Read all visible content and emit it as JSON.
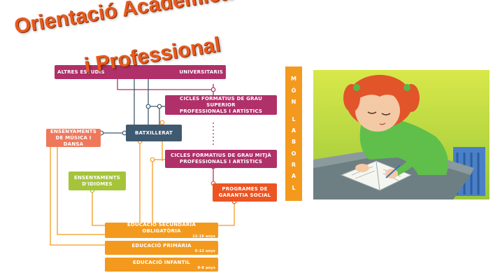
{
  "title": {
    "line1": "Orientació Acadèmica",
    "line2": "i Professional"
  },
  "diagram": {
    "boxes": {
      "altres_estudis": "ALTRES ESTUDIS",
      "universitaris": "UNIVERSITARIS",
      "cicles_superior_1": "CICLES FORMATIUS DE GRAU SUPERIOR",
      "cicles_superior_2": "PROFESSIONALS I ARTÍSTICS",
      "ensenyaments_musica_1": "ENSENYAMENTS",
      "ensenyaments_musica_2": "DE MÚSICA I DANSA",
      "batxillerat": "BATXILLERAT",
      "cicles_mitja_1": "CICLES FORMATIUS DE GRAU MITJÀ",
      "cicles_mitja_2": "PROFESSIONALS I ARTÍSTICS",
      "idiomes_1": "ENSENYAMENTS",
      "idiomes_2": "D'IDIOMES",
      "garantia_1": "PROGRAMES DE",
      "garantia_2": "GARANTIA SOCIAL",
      "eso": "EDUCACIÓ SECUNDÀRIA OBLIGATÒRIA",
      "eso_age": "12-16 anys",
      "primaria": "EDUCACIÓ PRIMÀRIA",
      "primaria_age": "6-12 anys",
      "infantil": "EDUCACIÓ INFANTIL",
      "infantil_age": "0-6 anys"
    },
    "mon_laboral": [
      "M",
      "Ó",
      "N",
      "",
      "L",
      "A",
      "B",
      "O",
      "R",
      "A",
      "L"
    ],
    "colors": {
      "purple": "#b0306a",
      "dark_slate": "#3f5a70",
      "salmon": "#f0785a",
      "green": "#a6c43a",
      "orange": "#f39a1e",
      "red_orange": "#ec5422",
      "title_orange": "#e8591c"
    }
  },
  "illustration": {
    "subject": "girl-writing-in-notebook"
  }
}
